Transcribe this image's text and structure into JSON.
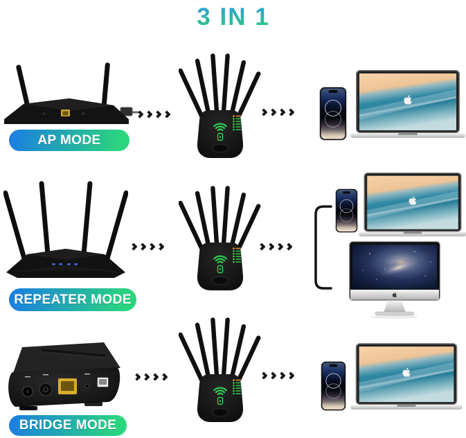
{
  "title": {
    "text": "3 IN 1",
    "color_top": "#2e9be4",
    "color_bottom": "#2ecb76"
  },
  "pill": {
    "gradient_from": "#1a7de2",
    "gradient_to": "#2bd57d",
    "text_color": "#ffffff"
  },
  "arrow": {
    "count_per_group": 4,
    "color": "#151515"
  },
  "extender": {
    "wifi_color": "#2fd153",
    "led_colors": [
      "#f5a63c",
      "#37d94f",
      "#37d94f",
      "#37d94f",
      "#37d94f",
      "#37d94f"
    ]
  },
  "modes": [
    {
      "label": "AP MODE"
    },
    {
      "label": "REPEATER MODE"
    },
    {
      "label": "BRIDGE MODE"
    }
  ]
}
